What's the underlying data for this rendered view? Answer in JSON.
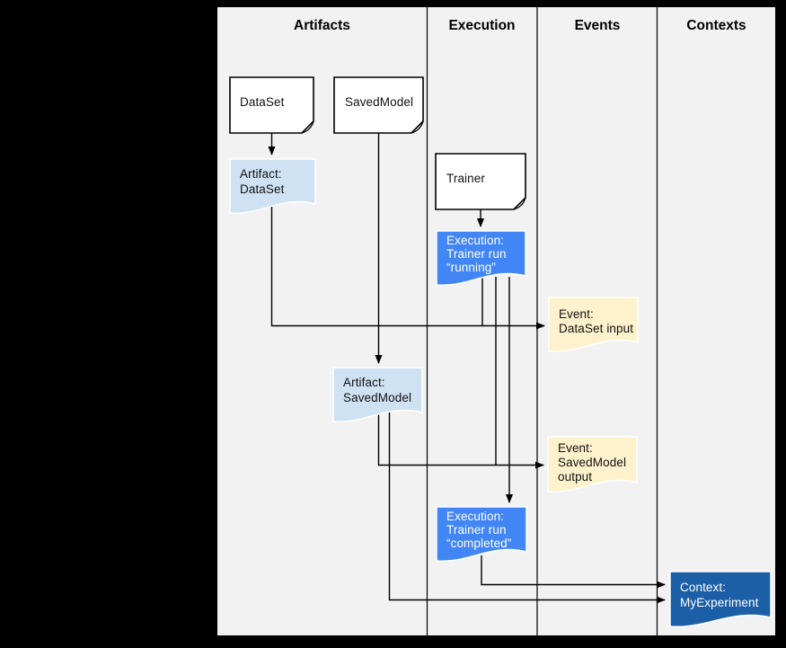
{
  "diagram": {
    "columns": [
      {
        "label": "Artifacts"
      },
      {
        "label": "Execution"
      },
      {
        "label": "Events"
      },
      {
        "label": "Contexts"
      }
    ],
    "nodes": [
      {
        "id": "dataset",
        "column": "Artifacts",
        "lines": [
          "DataSet"
        ],
        "fill": "#ffffff",
        "text_color": "#111111"
      },
      {
        "id": "savedmodel",
        "column": "Artifacts",
        "lines": [
          "SavedModel"
        ],
        "fill": "#ffffff",
        "text_color": "#111111"
      },
      {
        "id": "trainer",
        "column": "Execution",
        "lines": [
          "Trainer"
        ],
        "fill": "#ffffff",
        "text_color": "#111111"
      },
      {
        "id": "artifact-dataset",
        "column": "Artifacts",
        "lines": [
          "Artifact:",
          "DataSet"
        ],
        "fill": "#cfe2f3",
        "text_color": "#111111"
      },
      {
        "id": "execution-running",
        "column": "Execution",
        "lines": [
          "Execution:",
          "Trainer run",
          "“running”"
        ],
        "fill": "#4285f4",
        "text_color": "#ffffff"
      },
      {
        "id": "event-dataset-input",
        "column": "Events",
        "lines": [
          "Event:",
          "DataSet input"
        ],
        "fill": "#fdf2cc",
        "text_color": "#111111"
      },
      {
        "id": "artifact-savedmodel",
        "column": "Artifacts",
        "lines": [
          "Artifact:",
          "SavedModel"
        ],
        "fill": "#cfe2f3",
        "text_color": "#111111"
      },
      {
        "id": "event-savedmodel-output",
        "column": "Events",
        "lines": [
          "Event:",
          "SavedModel",
          "output"
        ],
        "fill": "#fdf2cc",
        "text_color": "#111111"
      },
      {
        "id": "execution-completed",
        "column": "Execution",
        "lines": [
          "Execution:",
          "Trainer run",
          "“completed”"
        ],
        "fill": "#4285f4",
        "text_color": "#ffffff"
      },
      {
        "id": "context-myexperiment",
        "column": "Contexts",
        "lines": [
          "Context:",
          "MyExperiment"
        ],
        "fill": "#1b5fa6",
        "text_color": "#ffffff"
      }
    ],
    "edges": [
      {
        "from": "dataset",
        "to": "artifact-dataset"
      },
      {
        "from": "savedmodel",
        "to": "artifact-savedmodel"
      },
      {
        "from": "trainer",
        "to": "execution-running"
      },
      {
        "from": "artifact-dataset",
        "to": "event-dataset-input"
      },
      {
        "from": "execution-running",
        "to": "event-dataset-input"
      },
      {
        "from": "execution-running",
        "to": "event-savedmodel-output"
      },
      {
        "from": "execution-running",
        "to": "execution-completed"
      },
      {
        "from": "artifact-savedmodel",
        "to": "event-savedmodel-output"
      },
      {
        "from": "artifact-savedmodel",
        "to": "context-myexperiment"
      },
      {
        "from": "execution-completed",
        "to": "context-myexperiment"
      }
    ],
    "colors": {
      "background": "#000000",
      "panel": "#f2f2f2",
      "line": "#000000",
      "white_node": "#ffffff",
      "artifact_blue": "#cfe2f3",
      "execution_blue": "#4285f4",
      "event_yellow": "#fdf2cc",
      "context_dark_blue": "#1b5fa6"
    }
  }
}
